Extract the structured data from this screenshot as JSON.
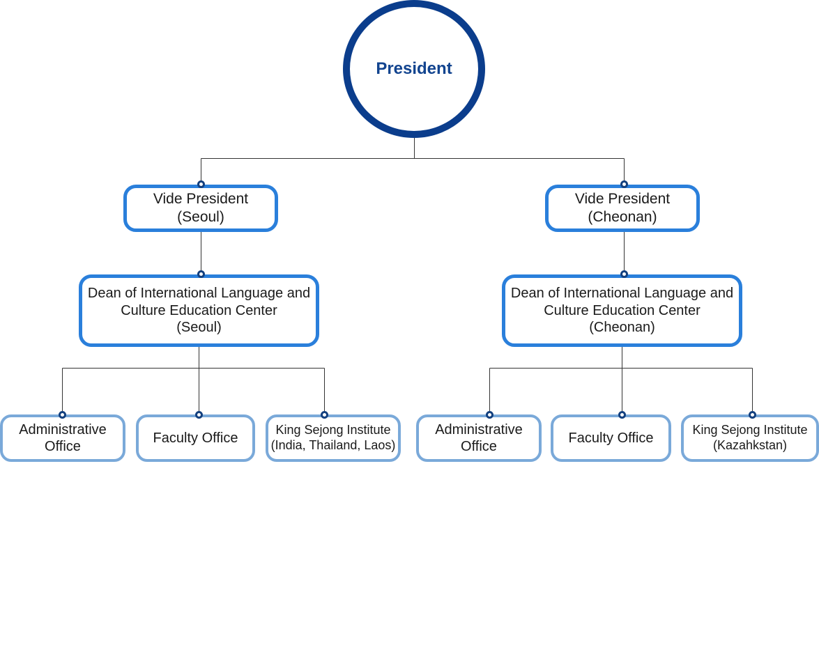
{
  "chart_data": {
    "type": "diagram",
    "title": "Organizational Chart",
    "orientation": "top-down",
    "levels": 4,
    "colors": {
      "president_border": "#0b3d8c",
      "president_text": "#12448f",
      "level2_border": "#2a7fdb",
      "level3_border": "#2a7fdb",
      "leaf_border": "#7aa9d9",
      "connector_line": "#333333",
      "connector_dot": "#13407f",
      "node_fill": "#ffffff",
      "text": "#1a1a1a"
    }
  },
  "nodes": {
    "president": {
      "label": "President"
    },
    "vp_seoul": {
      "line1": "Vide President",
      "line2": "(Seoul)",
      "label": "Vide President\n(Seoul)"
    },
    "vp_cheonan": {
      "line1": "Vide President",
      "line2": "(Cheonan)",
      "label": "Vide President\n(Cheonan)"
    },
    "dean_seoul": {
      "line1": "Dean of International Language and",
      "line2": "Culture Education Center",
      "line3": "(Seoul)",
      "label": "Dean of International Language and\nCulture Education Center\n(Seoul)"
    },
    "dean_cheonan": {
      "line1": "Dean of International Language and",
      "line2": "Culture Education Center",
      "line3": "(Cheonan)",
      "label": "Dean of International Language and\nCulture Education Center\n(Cheonan)"
    },
    "seoul_admin": {
      "label": "Administrative\nOffice"
    },
    "seoul_faculty": {
      "label": "Faculty Office"
    },
    "seoul_ksi": {
      "label": "King Sejong Institute\n(India, Thailand, Laos)"
    },
    "cheonan_admin": {
      "label": "Administrative\nOffice"
    },
    "cheonan_faculty": {
      "label": "Faculty Office"
    },
    "cheonan_ksi": {
      "label": "King Sejong Institute\n(Kazahkstan)"
    }
  }
}
